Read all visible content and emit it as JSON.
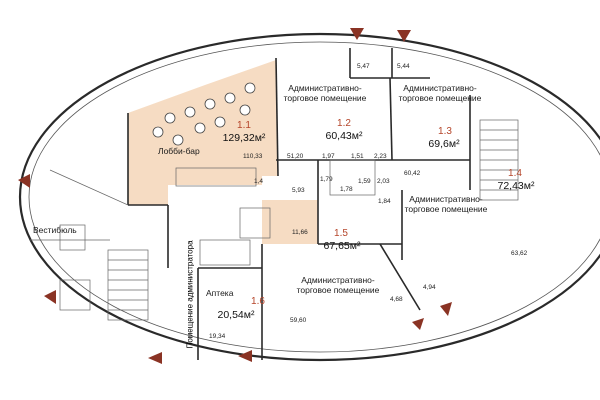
{
  "colors": {
    "highlight": "#f6dcc3",
    "wall": "#2a2a2a",
    "marker": "#8a3324",
    "number": "#b5452a"
  },
  "rooms": [
    {
      "number": "1.1",
      "name": "Лобби-бар",
      "area": "129,32м²"
    },
    {
      "number": "1.2",
      "name": "Административно-торговое помещение",
      "area": "60,43м²"
    },
    {
      "number": "1.3",
      "name": "Административно-торговое помещение",
      "area": "69,6м²"
    },
    {
      "number": "1.4",
      "name": "Административно-торговое помещение",
      "area": "72,43м²"
    },
    {
      "number": "1.5",
      "name": "Административно-торговое помещение",
      "area": "67,65м²"
    },
    {
      "number": "1.6",
      "name": "Аптека",
      "area": "20,54м²"
    }
  ],
  "labels": {
    "vestibule": "Вестибюль",
    "admin_room": "Помещение администратора",
    "admin_trade": "Административно-торговое помещение"
  },
  "dimensions": {
    "d_5_47": "5,47",
    "d_5_44": "5,44",
    "d_110_33": "110,33",
    "d_51_20": "51,20",
    "d_1_4": "1,4",
    "d_5_93": "5,93",
    "d_11_66": "11,66",
    "d_1_97": "1,97",
    "d_1_51": "1,51",
    "d_2_23": "2,23",
    "d_1_79": "1,79",
    "d_1_59": "1,59",
    "d_2_03": "2,03",
    "d_1_78": "1,78",
    "d_60_42": "60,42",
    "d_1_84": "1,84",
    "d_63_62": "63,62",
    "d_4_94": "4,94",
    "d_4_68": "4,68",
    "d_59_60": "59,60",
    "d_19_34": "19,34"
  }
}
